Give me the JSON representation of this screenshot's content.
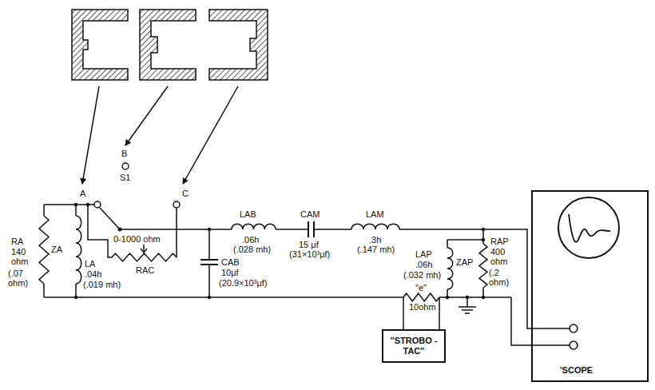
{
  "diagram": {
    "nodes": [
      {
        "text": [
          "'SCOPE"
        ]
      },
      {
        "text": [
          "\"STROBO -TAC\""
        ]
      }
    ],
    "labels": [
      "A",
      "B",
      "C",
      "S1",
      "0-1000 ohm",
      "RAC",
      "LAB",
      ".06h",
      "(.028 mh)",
      "CAB",
      "10μf",
      "(20.9×10³μf)",
      "CAM",
      "15 μf",
      "(31×10³μf)",
      "LAM",
      ".3h",
      "(.147 mh)",
      "RA",
      "140 ohm",
      "(.07 ohm)",
      "ZA",
      "LA",
      ".04h",
      "(.019 mh)",
      "LAP",
      ".06h",
      "(.032 mh)",
      "ZAP",
      "RAP",
      "400 ohm",
      "(.2 ohm)",
      "\"e\"",
      "10ohm"
    ]
  }
}
